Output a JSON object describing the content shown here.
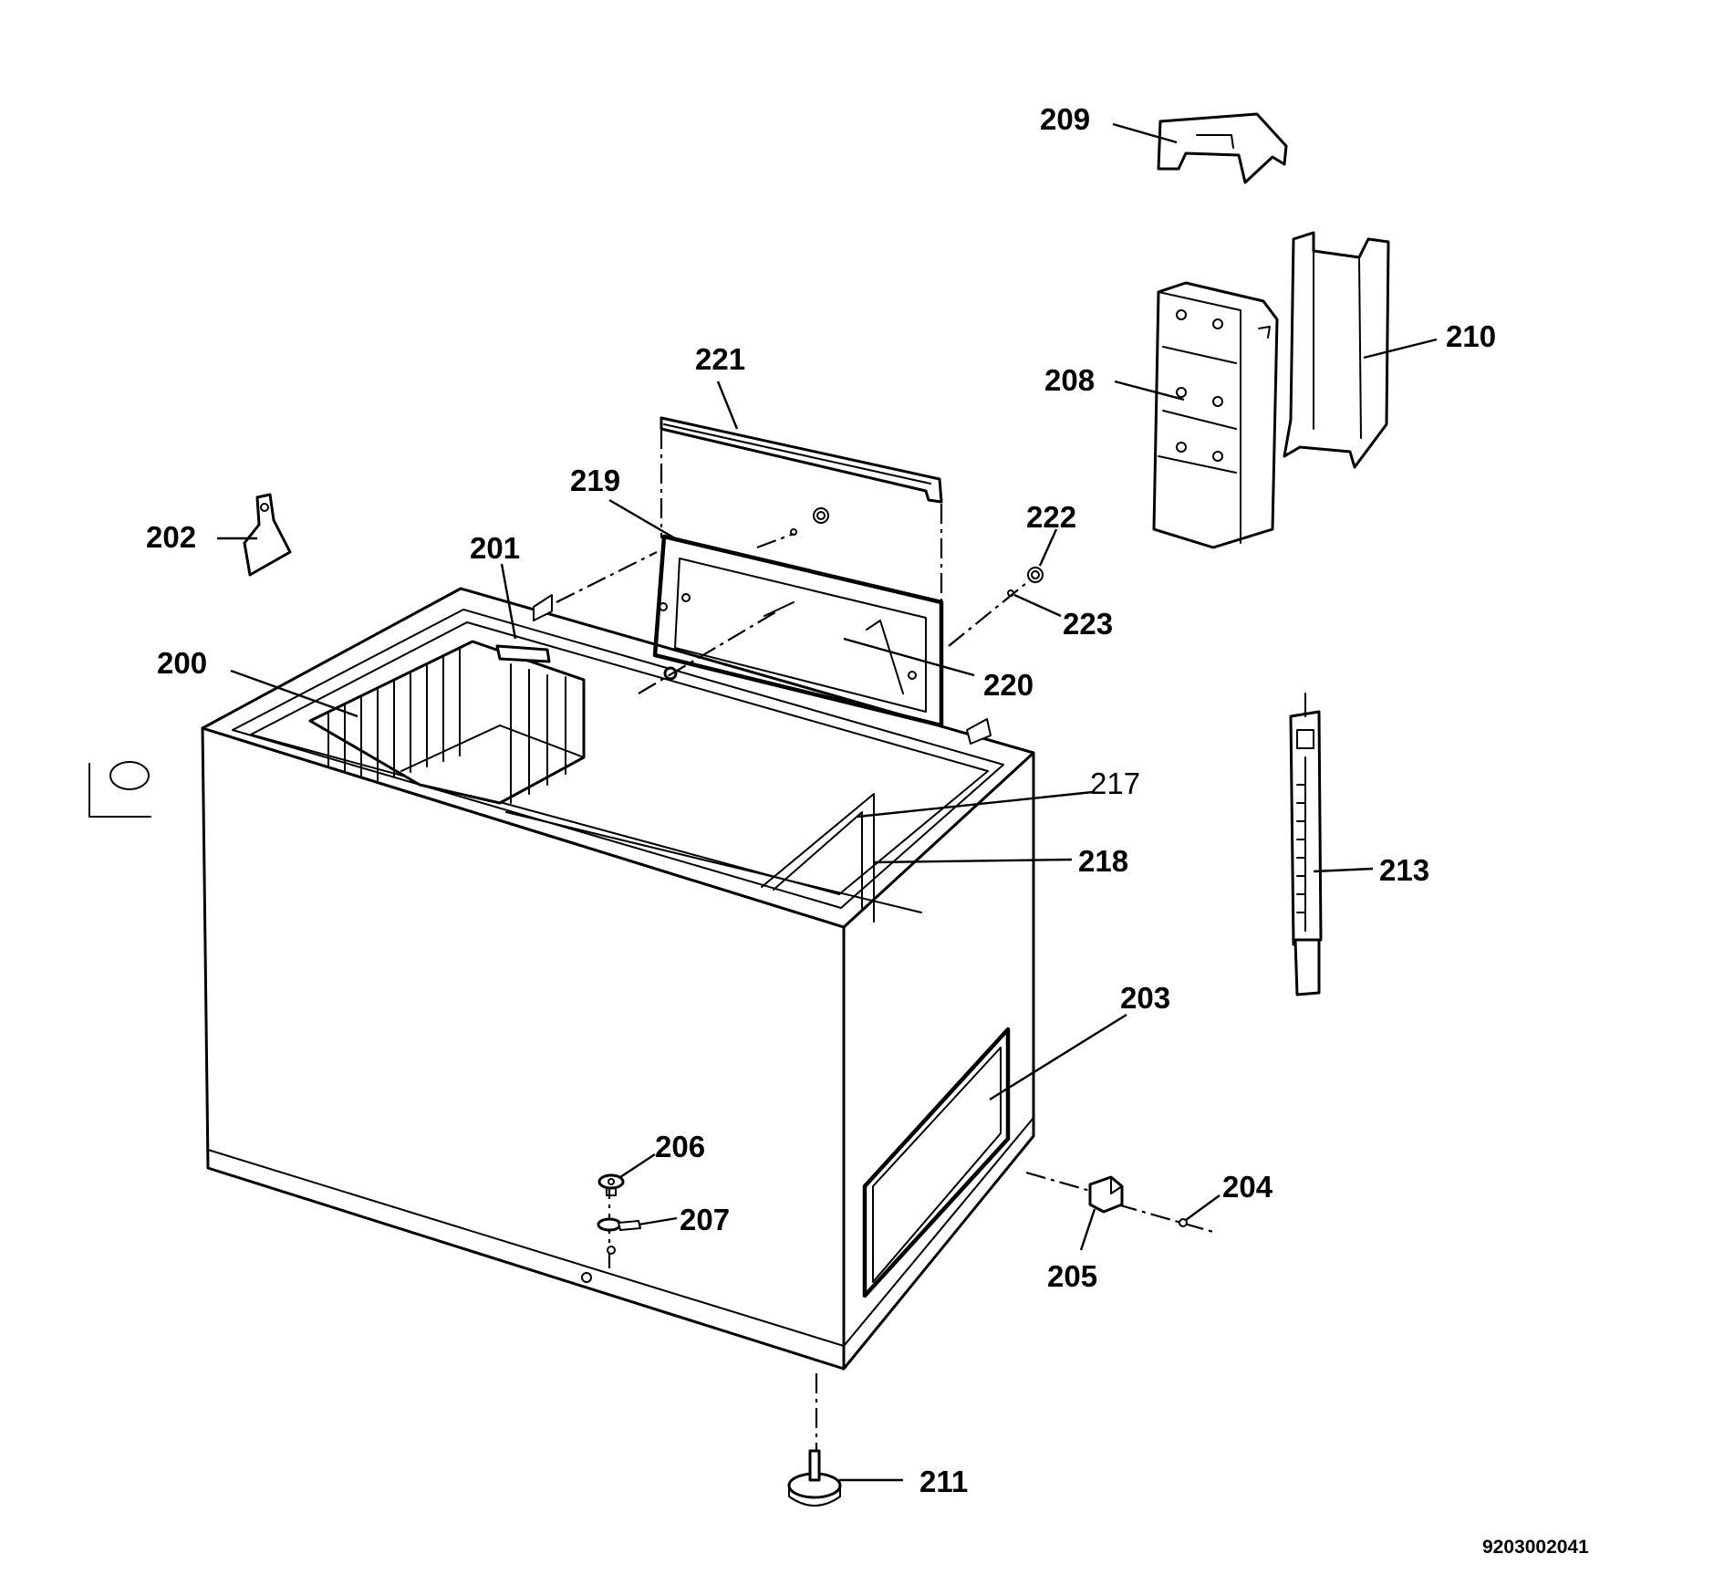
{
  "diagram": {
    "document_number": "9203002041",
    "part_labels": {
      "p200": "200",
      "p201": "201",
      "p202": "202",
      "p203": "203",
      "p204": "204",
      "p205": "205",
      "p206": "206",
      "p207": "207",
      "p208": "208",
      "p209": "209",
      "p210": "210",
      "p211": "211",
      "p213": "213",
      "p217": "217",
      "p218": "218",
      "p219": "219",
      "p220": "220",
      "p221": "221",
      "p222": "222",
      "p223": "223"
    }
  }
}
